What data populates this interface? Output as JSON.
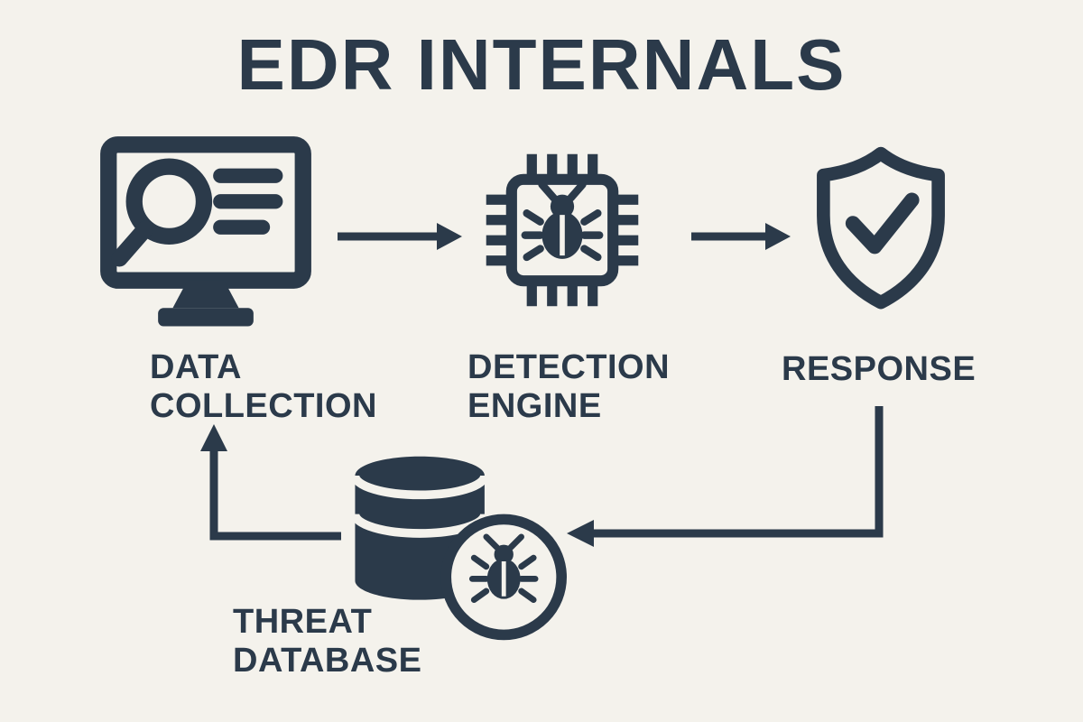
{
  "title": "EDR INTERNALS",
  "colors": {
    "ink": "#2b3a4a",
    "background": "#f4f2ec"
  },
  "nodes": {
    "data_collection": {
      "label": [
        "DATA",
        "COLLECTION"
      ],
      "icon": "monitor-search-icon"
    },
    "detection_engine": {
      "label": [
        "DETECTION",
        "ENGINE"
      ],
      "icon": "chip-bug-icon"
    },
    "response": {
      "label": [
        "RESPONSE"
      ],
      "icon": "shield-check-icon"
    },
    "threat_database": {
      "label": [
        "THREAT",
        "DATABASE"
      ],
      "icon": "database-bug-icon"
    }
  },
  "flow_edges": [
    {
      "from": "DATA COLLECTION",
      "to": "DETECTION ENGINE"
    },
    {
      "from": "DETECTION ENGINE",
      "to": "RESPONSE"
    },
    {
      "from": "RESPONSE",
      "to": "THREAT DATABASE"
    },
    {
      "from": "THREAT DATABASE",
      "to": "DATA COLLECTION"
    }
  ]
}
